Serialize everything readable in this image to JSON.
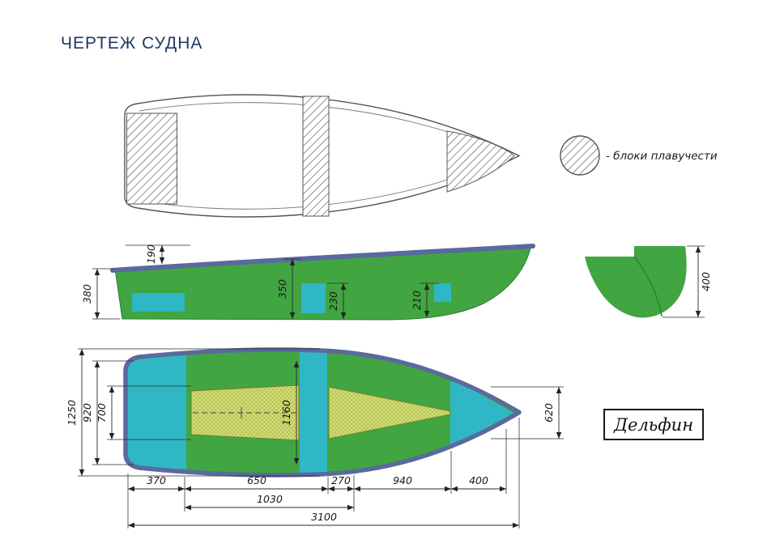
{
  "title": "ЧЕРТЕЖ СУДНА",
  "legend": {
    "label": "- блоки плавучести"
  },
  "model": {
    "name": "Дельфин"
  },
  "colors": {
    "hull_green": "#41a541",
    "accent_teal": "#30b7c5",
    "outline_blue": "#5a6a9d",
    "title_navy": "#1e3a63",
    "floor_khaki": "#cdd86e"
  },
  "dims": {
    "side": {
      "d190": "190",
      "d380": "380",
      "d350": "350",
      "d230": "230",
      "d210": "210"
    },
    "transom": {
      "d400": "400"
    },
    "plan": {
      "d1250": "1250",
      "d920": "920",
      "d700": "700",
      "d1160": "1160",
      "d620": "620",
      "d370": "370",
      "d650": "650",
      "d270": "270",
      "d940": "940",
      "d400": "400",
      "d1030": "1030",
      "d3100": "3100"
    }
  }
}
